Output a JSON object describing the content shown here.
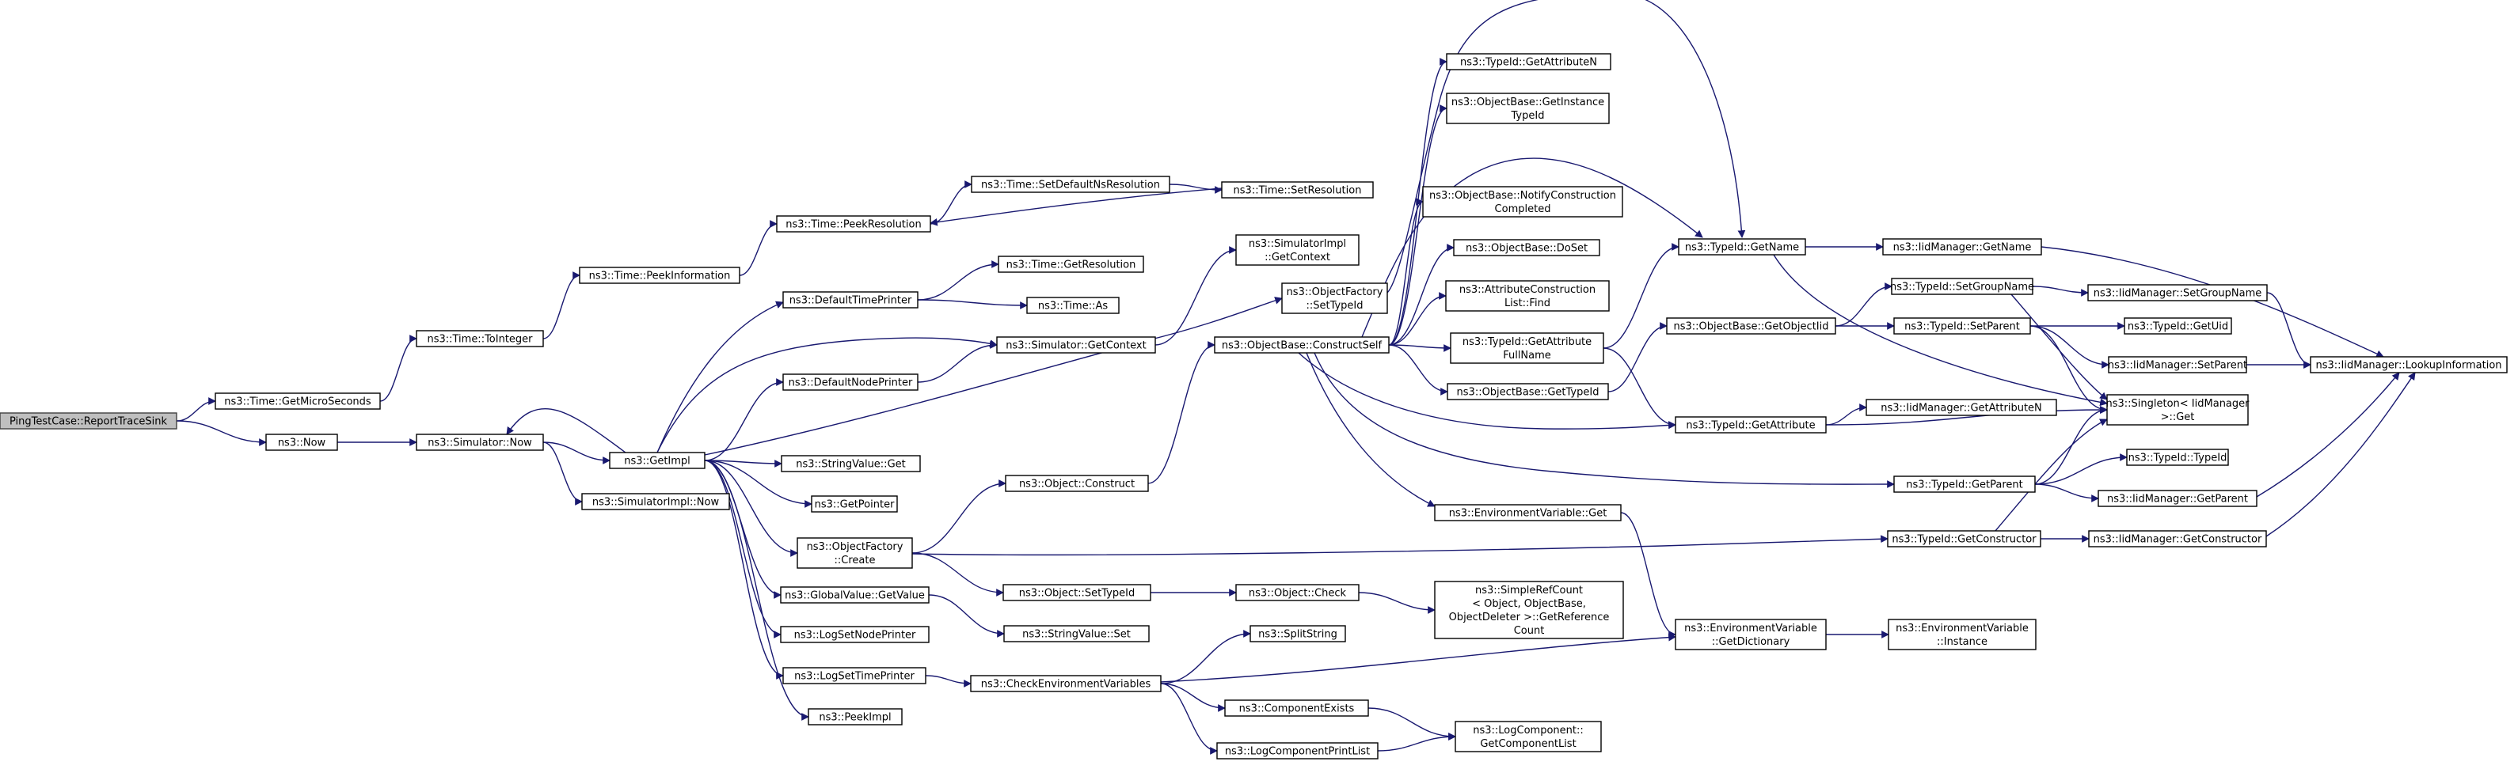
{
  "colors": {
    "edge": "#191970",
    "node_fill": "#ffffff",
    "root_fill": "#bfbfbf",
    "node_stroke": "#000000"
  },
  "nodes": [
    {
      "id": "root",
      "lines": [
        "PingTestCase::ReportTraceSink"
      ],
      "root": true
    },
    {
      "id": "getmicro",
      "lines": [
        "ns3::Time::GetMicroSeconds"
      ]
    },
    {
      "id": "now",
      "lines": [
        "ns3::Now"
      ]
    },
    {
      "id": "tointeger",
      "lines": [
        "ns3::Time::ToInteger"
      ]
    },
    {
      "id": "peekinfo",
      "lines": [
        "ns3::Time::PeekInformation"
      ]
    },
    {
      "id": "peekres",
      "lines": [
        "ns3::Time::PeekResolution"
      ]
    },
    {
      "id": "setdefres",
      "lines": [
        "ns3::Time::SetDefaultNsResolution"
      ]
    },
    {
      "id": "setres",
      "lines": [
        "ns3::Time::SetResolution"
      ]
    },
    {
      "id": "simnow",
      "lines": [
        "ns3::Simulator::Now"
      ]
    },
    {
      "id": "getimpl",
      "lines": [
        "ns3::GetImpl"
      ]
    },
    {
      "id": "simimplnow",
      "lines": [
        "ns3::SimulatorImpl::Now"
      ]
    },
    {
      "id": "deftime",
      "lines": [
        "ns3::DefaultTimePrinter"
      ]
    },
    {
      "id": "getresolution",
      "lines": [
        "ns3::Time::GetResolution"
      ]
    },
    {
      "id": "timeas",
      "lines": [
        "ns3::Time::As"
      ]
    },
    {
      "id": "simgetctx",
      "lines": [
        "ns3::Simulator::GetContext"
      ]
    },
    {
      "id": "simimplgetctx",
      "lines": [
        "ns3::SimulatorImpl",
        "::GetContext"
      ]
    },
    {
      "id": "defnode",
      "lines": [
        "ns3::DefaultNodePrinter"
      ]
    },
    {
      "id": "strget",
      "lines": [
        "ns3::StringValue::Get"
      ]
    },
    {
      "id": "getpointer",
      "lines": [
        "ns3::GetPointer"
      ]
    },
    {
      "id": "ofcreate",
      "lines": [
        "ns3::ObjectFactory",
        "::Create"
      ]
    },
    {
      "id": "gvgetvalue",
      "lines": [
        "ns3::GlobalValue::GetValue"
      ]
    },
    {
      "id": "logsetnode",
      "lines": [
        "ns3::LogSetNodePrinter"
      ]
    },
    {
      "id": "logsettime",
      "lines": [
        "ns3::LogSetTimePrinter"
      ]
    },
    {
      "id": "peekimpl",
      "lines": [
        "ns3::PeekImpl"
      ]
    },
    {
      "id": "objconstruct",
      "lines": [
        "ns3::Object::Construct"
      ]
    },
    {
      "id": "objsettypeid",
      "lines": [
        "ns3::Object::SetTypeId"
      ]
    },
    {
      "id": "strset",
      "lines": [
        "ns3::StringValue::Set"
      ]
    },
    {
      "id": "checkenv",
      "lines": [
        "ns3::CheckEnvironmentVariables"
      ]
    },
    {
      "id": "ofsettypeid",
      "lines": [
        "ns3::ObjectFactory",
        "::SetTypeId"
      ]
    },
    {
      "id": "obconstructself",
      "lines": [
        "ns3::ObjectBase::ConstructSelf"
      ]
    },
    {
      "id": "objcheck",
      "lines": [
        "ns3::Object::Check"
      ]
    },
    {
      "id": "splitstring",
      "lines": [
        "ns3::SplitString"
      ]
    },
    {
      "id": "compexists",
      "lines": [
        "ns3::ComponentExists"
      ]
    },
    {
      "id": "logcompprint",
      "lines": [
        "ns3::LogComponentPrintList"
      ]
    },
    {
      "id": "tgetattrn",
      "lines": [
        "ns3::TypeId::GetAttributeN"
      ]
    },
    {
      "id": "obgetinst",
      "lines": [
        "ns3::ObjectBase::GetInstance",
        "TypeId"
      ]
    },
    {
      "id": "obnotify",
      "lines": [
        "ns3::ObjectBase::NotifyConstruction",
        "Completed"
      ]
    },
    {
      "id": "obdoset",
      "lines": [
        "ns3::ObjectBase::DoSet"
      ]
    },
    {
      "id": "acfind",
      "lines": [
        "ns3::AttributeConstruction",
        "List::Find"
      ]
    },
    {
      "id": "tgetattrfull",
      "lines": [
        "ns3::TypeId::GetAttribute",
        "FullName"
      ]
    },
    {
      "id": "obgettypeid",
      "lines": [
        "ns3::ObjectBase::GetTypeId"
      ]
    },
    {
      "id": "envget",
      "lines": [
        "ns3::EnvironmentVariable::Get"
      ]
    },
    {
      "id": "simplerefcount",
      "lines": [
        "ns3::SimpleRefCount",
        "< Object, ObjectBase,",
        "ObjectDeleter >::GetReference",
        "Count"
      ]
    },
    {
      "id": "lcgetlist",
      "lines": [
        "ns3::LogComponent::",
        "GetComponentList"
      ]
    },
    {
      "id": "tgetname",
      "lines": [
        "ns3::TypeId::GetName"
      ]
    },
    {
      "id": "obgetobjtid",
      "lines": [
        "ns3::ObjectBase::GetObjectIid"
      ]
    },
    {
      "id": "tgetattr",
      "lines": [
        "ns3::TypeId::GetAttribute"
      ]
    },
    {
      "id": "tgetparent",
      "lines": [
        "ns3::TypeId::GetParent"
      ]
    },
    {
      "id": "tgetctor",
      "lines": [
        "ns3::TypeId::GetConstructor"
      ]
    },
    {
      "id": "envgetdict",
      "lines": [
        "ns3::EnvironmentVariable",
        "::GetDictionary"
      ]
    },
    {
      "id": "iidgetname",
      "lines": [
        "ns3::IidManager::GetName"
      ]
    },
    {
      "id": "tsetgroup",
      "lines": [
        "ns3::TypeId::SetGroupName"
      ]
    },
    {
      "id": "tsetparent",
      "lines": [
        "ns3::TypeId::SetParent"
      ]
    },
    {
      "id": "iidgetattrn",
      "lines": [
        "ns3::IidManager::GetAttributeN"
      ]
    },
    {
      "id": "envinstance",
      "lines": [
        "ns3::EnvironmentVariable",
        "::Instance"
      ]
    },
    {
      "id": "iidsetgroup",
      "lines": [
        "ns3::IidManager::SetGroupName"
      ]
    },
    {
      "id": "tgetuid",
      "lines": [
        "ns3::TypeId::GetUid"
      ]
    },
    {
      "id": "iidsetparent",
      "lines": [
        "ns3::IidManager::SetParent"
      ]
    },
    {
      "id": "singleton",
      "lines": [
        "ns3::Singleton< IidManager",
        " >::Get"
      ]
    },
    {
      "id": "ttypeid",
      "lines": [
        "ns3::TypeId::TypeId"
      ]
    },
    {
      "id": "iidgetparent",
      "lines": [
        "ns3::IidManager::GetParent"
      ]
    },
    {
      "id": "iidgetctor",
      "lines": [
        "ns3::IidManager::GetConstructor"
      ]
    },
    {
      "id": "iidlookup",
      "lines": [
        "ns3::IidManager::LookupInformation"
      ]
    }
  ],
  "edges": [
    [
      "root",
      "getmicro"
    ],
    [
      "root",
      "now"
    ],
    [
      "getmicro",
      "tointeger"
    ],
    [
      "now",
      "simnow"
    ],
    [
      "tointeger",
      "peekinfo"
    ],
    [
      "peekinfo",
      "peekres"
    ],
    [
      "peekres",
      "setdefres"
    ],
    [
      "setdefres",
      "setres"
    ],
    [
      "setres",
      "peekres"
    ],
    [
      "simnow",
      "getimpl"
    ],
    [
      "simnow",
      "simimplnow"
    ],
    [
      "getimpl",
      "simnow"
    ],
    [
      "getimpl",
      "deftime"
    ],
    [
      "getimpl",
      "simgetctx"
    ],
    [
      "getimpl",
      "defnode"
    ],
    [
      "getimpl",
      "strget"
    ],
    [
      "getimpl",
      "getpointer"
    ],
    [
      "getimpl",
      "ofcreate"
    ],
    [
      "getimpl",
      "gvgetvalue"
    ],
    [
      "getimpl",
      "logsetnode"
    ],
    [
      "getimpl",
      "logsettime"
    ],
    [
      "getimpl",
      "peekimpl"
    ],
    [
      "getimpl",
      "ofsettypeid"
    ],
    [
      "deftime",
      "getresolution"
    ],
    [
      "deftime",
      "timeas"
    ],
    [
      "defnode",
      "simgetctx"
    ],
    [
      "simgetctx",
      "simimplgetctx"
    ],
    [
      "ofcreate",
      "objconstruct"
    ],
    [
      "ofcreate",
      "objsettypeid"
    ],
    [
      "ofcreate",
      "tgetctor"
    ],
    [
      "objconstruct",
      "obconstructself"
    ],
    [
      "objsettypeid",
      "objcheck"
    ],
    [
      "objcheck",
      "simplerefcount"
    ],
    [
      "gvgetvalue",
      "strset"
    ],
    [
      "logsettime",
      "checkenv"
    ],
    [
      "checkenv",
      "splitstring"
    ],
    [
      "checkenv",
      "compexists"
    ],
    [
      "checkenv",
      "logcompprint"
    ],
    [
      "checkenv",
      "envgetdict"
    ],
    [
      "compexists",
      "lcgetlist"
    ],
    [
      "logcompprint",
      "lcgetlist"
    ],
    [
      "ofsettypeid",
      "tgetname"
    ],
    [
      "obconstructself",
      "tgetattrn"
    ],
    [
      "obconstructself",
      "obgetinst"
    ],
    [
      "obconstructself",
      "obnotify"
    ],
    [
      "obconstructself",
      "obdoset"
    ],
    [
      "obconstructself",
      "acfind"
    ],
    [
      "obconstructself",
      "tgetattrfull"
    ],
    [
      "obconstructself",
      "obgettypeid"
    ],
    [
      "obconstructself",
      "envget"
    ],
    [
      "obconstructself",
      "tgetattr"
    ],
    [
      "obconstructself",
      "tgetparent"
    ],
    [
      "obconstructself",
      "tgetname"
    ],
    [
      "tgetattrfull",
      "tgetname"
    ],
    [
      "tgetattrfull",
      "tgetattr"
    ],
    [
      "obgettypeid",
      "obgetobjtid"
    ],
    [
      "obgetobjtid",
      "tsetgroup"
    ],
    [
      "obgetobjtid",
      "tsetparent"
    ],
    [
      "envget",
      "envgetdict"
    ],
    [
      "envgetdict",
      "envinstance"
    ],
    [
      "tgetname",
      "iidgetname"
    ],
    [
      "tgetname",
      "singleton"
    ],
    [
      "tgetattr",
      "iidgetattrn"
    ],
    [
      "tgetattr",
      "singleton"
    ],
    [
      "tgetparent",
      "singleton"
    ],
    [
      "tgetparent",
      "ttypeid"
    ],
    [
      "tgetparent",
      "iidgetparent"
    ],
    [
      "tgetctor",
      "singleton"
    ],
    [
      "tgetctor",
      "iidgetctor"
    ],
    [
      "tsetgroup",
      "iidsetgroup"
    ],
    [
      "tsetgroup",
      "singleton"
    ],
    [
      "tsetparent",
      "tgetuid"
    ],
    [
      "tsetparent",
      "iidsetparent"
    ],
    [
      "tsetparent",
      "singleton"
    ],
    [
      "iidgetname",
      "iidlookup"
    ],
    [
      "iidsetgroup",
      "iidlookup"
    ],
    [
      "iidsetparent",
      "iidlookup"
    ],
    [
      "iidgetparent",
      "iidlookup"
    ],
    [
      "iidgetctor",
      "iidlookup"
    ]
  ]
}
